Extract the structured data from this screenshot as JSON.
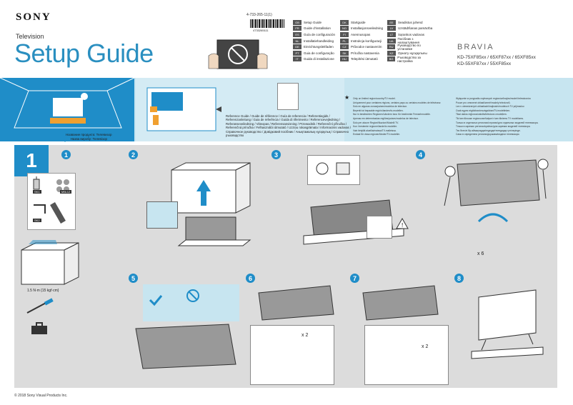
{
  "brand": "SONY",
  "product_category": "Television",
  "title": "Setup Guide",
  "doc_number": "4-733-265-11(1)",
  "barcode_number": "4733265111",
  "languages": [
    {
      "code": "GB",
      "name": "Setup Guide"
    },
    {
      "code": "DK",
      "name": "Startguide"
    },
    {
      "code": "EE",
      "name": "Seadistus juhend"
    },
    {
      "code": "FR",
      "name": "Guide d'installation"
    },
    {
      "code": "NO",
      "name": "Installasjonsveiledning"
    },
    {
      "code": "LV",
      "name": "Uzstādīšanas pamācība"
    },
    {
      "code": "ES",
      "name": "Guía de configuración"
    },
    {
      "code": "FI",
      "name": "Asennusopas"
    },
    {
      "code": "LT",
      "name": "Sąrankos vadovas"
    },
    {
      "code": "NL",
      "name": "Installatiehandleiding"
    },
    {
      "code": "PL",
      "name": "Instrukcja konfiguracji"
    },
    {
      "code": "UA",
      "name": "Посібник з налаштування"
    },
    {
      "code": "DE",
      "name": "Einrichtungsleitfaden"
    },
    {
      "code": "CZ",
      "name": "Průvodce nastavením"
    },
    {
      "code": "RU",
      "name": "Руководство по установке"
    },
    {
      "code": "PT",
      "name": "Guia de configuração"
    },
    {
      "code": "SK",
      "name": "Príručka nastavenia"
    },
    {
      "code": "KZ",
      "name": "Орнату нұсқаулығы"
    },
    {
      "code": "IT",
      "name": "Guida di installazione"
    },
    {
      "code": "HU",
      "name": "Telepítési útmutató"
    },
    {
      "code": "BG",
      "name": "Ръководство за настройка"
    }
  ],
  "series": "BRAVIA",
  "models": [
    "KD-75XF85xx / 65XF87xx / 65XF85xx",
    "KD-55XF87xx / 55XF85xx"
  ],
  "model_name_label": "Название продукта: Телевизор\nНазва виробу: Телевізор",
  "reference_text": "Reference Guide / Guide de référence / Guía de referencia / Referentiegids / Referenzanleitung / Guia de referência / Guida di riferimento / Referencevejledning / Referanseveiledning / Viiteopas / Referensanvisning / Przewodnik / Referenční příručka / Referenčná príručka / Felhasználói útmutató / Uzziņu rokasgrāmata / Informacinis vadovas / Справочное руководство / Довідковий посібник / Анықтамалық нұсқаулық / Справочно ръководство",
  "notes_left": [
    "Only on limited region/country/TV model.",
    "Uniquement pour certaines régions, certains pays ou certains modèles de téléviseur.",
    "Solo en algunas zonas/países/modelos de televisor.",
    "Beperkt tot bepaalde regio's/landen/tv-modellen.",
    "Nur in bestimmten Regionen/Ländern bzw. für bestimmte Fernsehmodelle.",
    "Apenas em determinadas regiões/países/modelos de televisor.",
    "Solo per alcune Regioni/Nazioni/Modelli TV.",
    "Kun i bestemte regioner/lande/tv-modeller.",
    "Vain tietyillä alueilla/maissa/TV-malleissa.",
    "Endast för vissa regioner/länder/TV-modeller."
  ],
  "notes_right": [
    "Wyłącznie w przypadku wybranych regionów/krajów/modeli telewizorów.",
    "Pouze pro omezené oblasti/země/modely televizorů.",
    "Len v obmedzených oblastiach/krajinách/modeloch TV prijímačov.",
    "Csak egyes régiókban/országokban/TV-modelleken.",
    "Tikai dažos reģionos/valstīs/televizoru modeļiem.",
    "Tik tam tikruose regionuose/šalyse ir tam tikriems TV modeliams.",
    "Только в отдельных регионах/странах/для отдельных моделей телевизора.",
    "Тільки в окремих регіонах/країнах/для окремих моделей телевізора.",
    "Тек белгілі бір аймақтарда/елдерде/теледидар үлгілерінде.",
    "Само в определени региони/държави/модели телевизори."
  ],
  "step_number": "1",
  "sub_steps": [
    "1",
    "2",
    "3",
    "4",
    "5",
    "6",
    "7",
    "8"
  ],
  "parts": {
    "sk1": "SK1",
    "m5l12": "M5L12",
    "sk2": "SK2"
  },
  "torque": "1.5 N·m {15 kgf·cm}",
  "repeat_count": "x 6",
  "screw_count": "x 2",
  "copyright": "© 2018 Sony Visual Products Inc.",
  "colors": {
    "accent": "#1f8dc8",
    "band": "#c7e5f0",
    "panel": "#dcdcdc"
  }
}
